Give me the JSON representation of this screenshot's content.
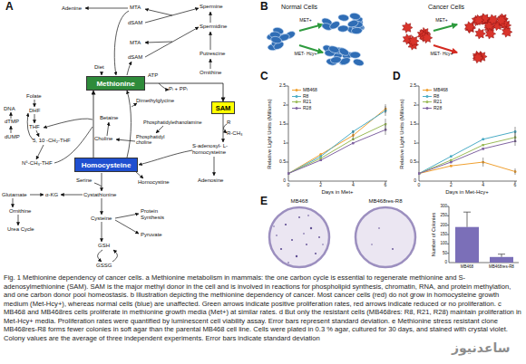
{
  "diagram": {
    "caption": "Fig. 1 Methionine dependency of cancer cells. a Methionine metabolism in mammals: the one carbon cycle is essential to regenerate methionine and S-adenosylmethionine (SAM). SAM is the major methyl donor in the cell and is involved in reactions for phospholipid synthesis, chromatin, RNA, and protein methylation, and one carbon donor pool homeostasis. b Illustration depicting the methionine dependency of cancer. Most cancer cells (red) do not grow in homocysteine growth medium (Met-Hcy+), whereas normal cells (blue) are unaffected. Green arrows indicate positive proliferation rates, red arrows indicate reduced or no proliferation. c MB468 and MB468res cells proliferate in methionine growth media (Met+) at similar rates. d But only the resistant cells (MB468res: R8, R21, R28) maintain proliferation in Met-Hcy+ media. Proliferation rates were quantified by luminescent cell viability assay. Error bars represent standard deviation. e Methionine stress resistant clone MB468res-R8 forms fewer colonies in soft agar than the parental MB468 cell line. Cells were plated in 0.3 % agar, cultured for 30 days, and stained with crystal violet. Colony values are the average of three independent experiments. Error bars indicate standard deviation",
    "nodes": [
      {
        "text": [
          "Methionine"
        ]
      },
      {
        "text": [
          "SAM"
        ]
      },
      {
        "text": [
          "Homocysteine"
        ]
      }
    ],
    "edges": [
      {
        "from": 0,
        "to": 1,
        "arrow": "to"
      },
      {
        "from": 2,
        "to": 0,
        "arrow": "to"
      }
    ],
    "labels": [
      "A",
      "Adenine",
      "MTA",
      "Spermine",
      "dSAM",
      "Spermidine",
      "MTA",
      "dSAM",
      "Putrescine",
      "Ornithine",
      "Folate",
      "DNA",
      "DHF",
      "dTMP",
      "THF",
      "dUMP",
      "5, 10 -CH₂-THF",
      "N⁵-CH₃-THF",
      "Diet",
      "ATP",
      "Pᵢ + PPᵢ",
      "Dimethylglycine",
      "Betaine",
      "Choline",
      "Phosphatidylethanolamine",
      "Phosphatidyl choline",
      "R",
      "R-CH₃",
      "S-adenosyl- L-homocysteine",
      "Serine",
      "Homocystine",
      "Adenosine",
      "Glutamate",
      "α-KG",
      "Cystathionine",
      "Ornithine",
      "Urea Cycle",
      "Cysteine",
      "Protein Synthesis",
      "Pyruvate",
      "GSH",
      "GSSG",
      "B",
      "Normal Cells",
      "Cancer Cells",
      "MET+",
      "MET- Hcy+",
      "MET+",
      "MET- Hcy+",
      "C",
      "Relative Light Units (Millions)",
      "0",
      "0.5",
      "1",
      "1.5",
      "2",
      "2.5",
      "0",
      "2",
      "4",
      "6",
      "Days in Met+",
      "D",
      "Relative Light Units (Millions)",
      "0",
      "0.5",
      "1",
      "1.5",
      "2",
      "2.5",
      "0",
      "2",
      "4",
      "6",
      "Days in Met-Hcy+",
      "E",
      "MB468",
      "MB468res-R8",
      "Number of Colonies",
      "0",
      "50",
      "100",
      "150",
      "200",
      "250",
      "300",
      "MB468",
      "MB468res-R8",
      "ساعدنیوز"
    ],
    "legend": [
      {
        "text": "MB468"
      },
      {
        "text": "R8"
      },
      {
        "text": "R21"
      },
      {
        "text": "R28"
      },
      {
        "text": "MB468"
      },
      {
        "text": "R8"
      },
      {
        "text": "R21"
      },
      {
        "text": "R28"
      }
    ]
  }
}
